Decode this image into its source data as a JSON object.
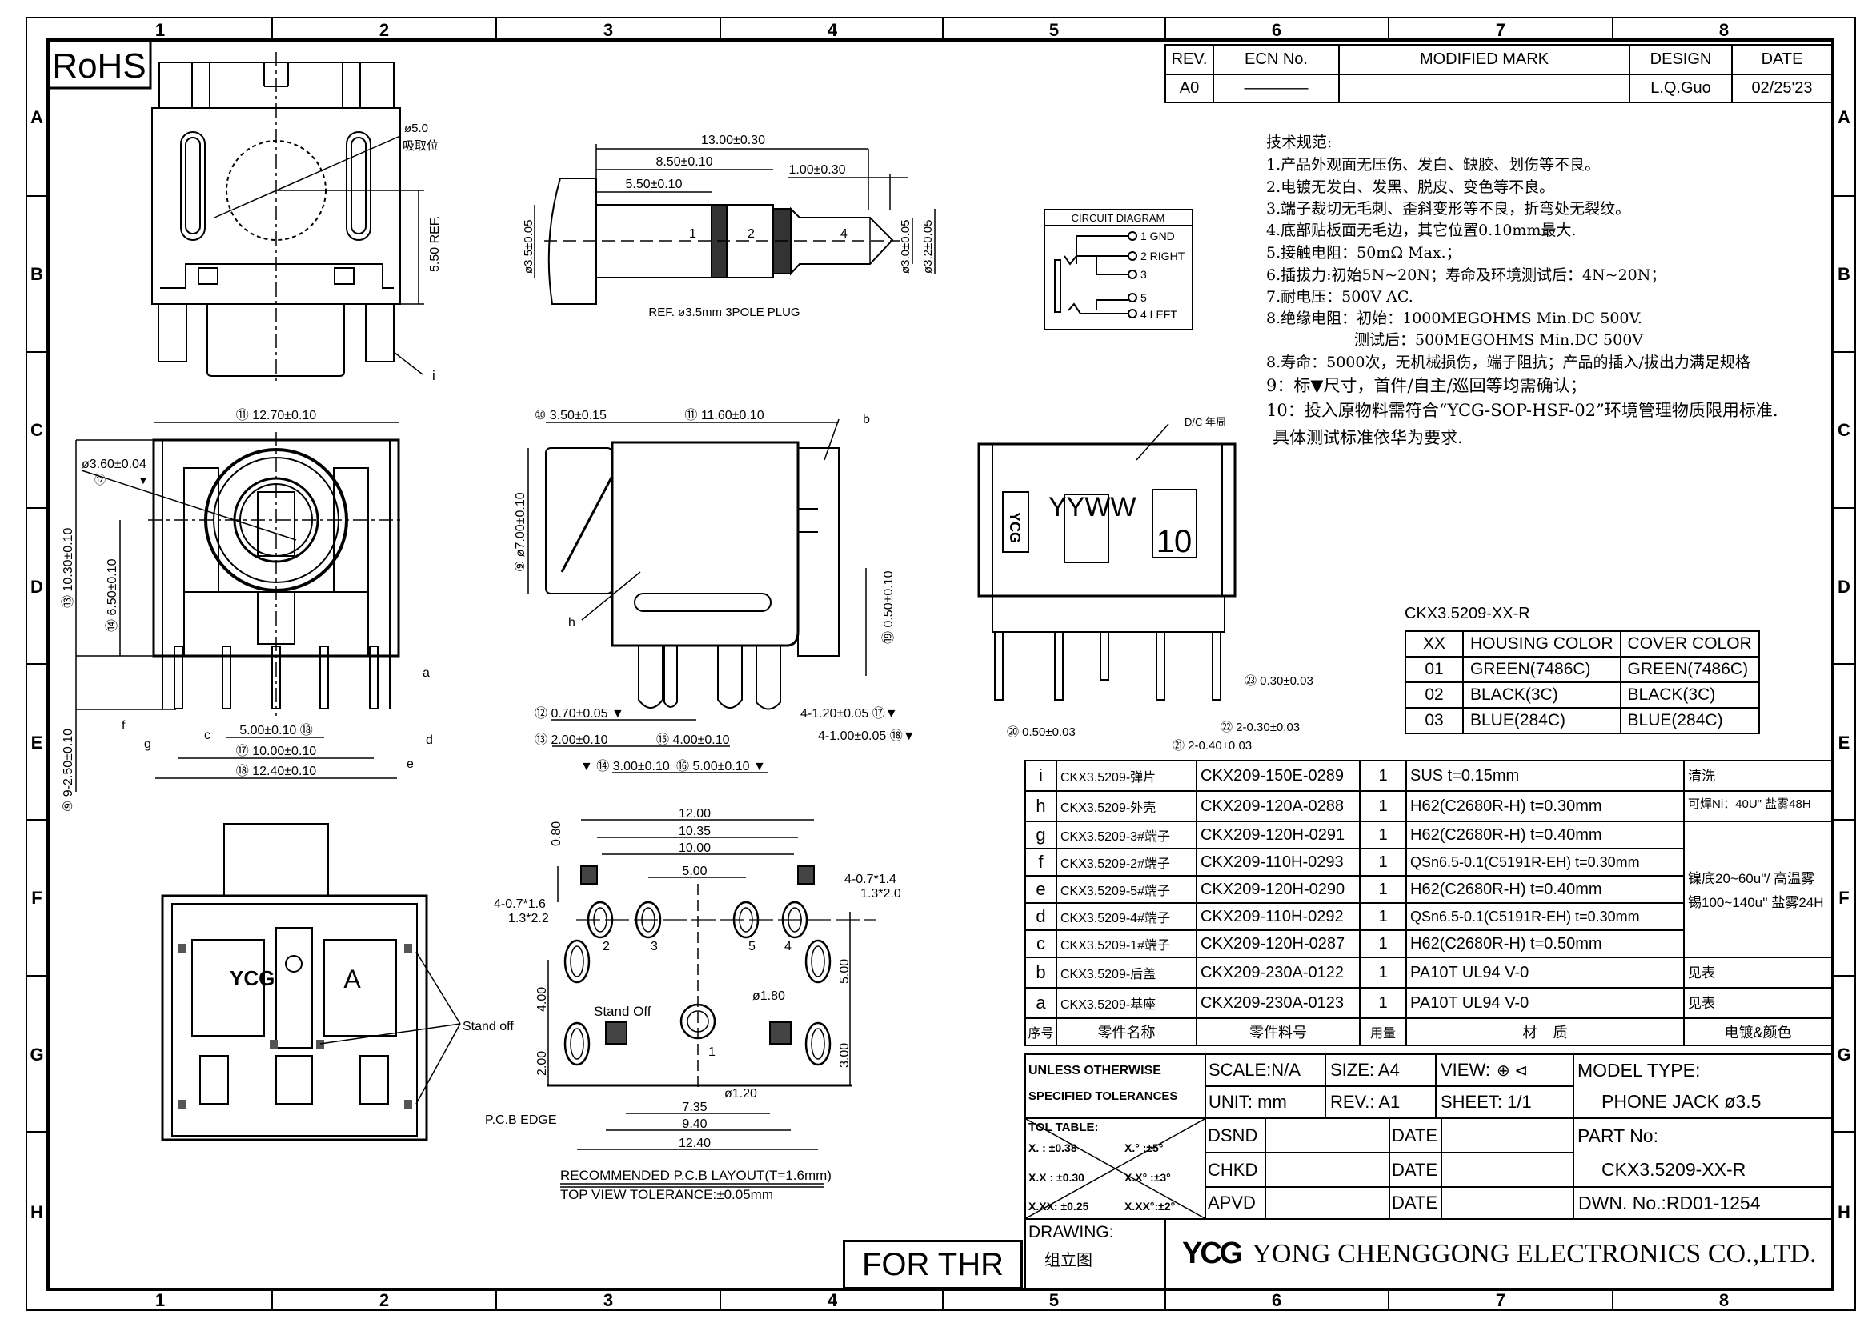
{
  "frame": {
    "columns": [
      "1",
      "2",
      "3",
      "4",
      "5",
      "6",
      "7",
      "8"
    ],
    "rows": [
      "A",
      "B",
      "C",
      "D",
      "E",
      "F",
      "G",
      "H"
    ]
  },
  "rohs": "RoHS",
  "revision": {
    "headers": [
      "REV.",
      "ECN No.",
      "MODIFIED MARK",
      "DESIGN",
      "DATE"
    ],
    "row": {
      "rev": "A0",
      "ecn": "————",
      "mark": "",
      "design": "L.Q.Guo",
      "date": "02/25'23"
    }
  },
  "specs": {
    "title": "技术规范:",
    "items": [
      "1.产品外观面无压伤、发白、缺胶、划伤等不良。",
      "2.电镀无发白、发黑、脱皮、变色等不良。",
      "3.端子裁切无毛刺、歪斜变形等不良，折弯处无裂纹。",
      "4.底部贴板面无毛边，其它位置0.10mm最大.",
      "5.接触电阻：50mΩ  Max.；",
      "6.插拔力:初始5N~20N；寿命及环境测试后：4N~20N；",
      "7.耐电压：500V AC.",
      "8.绝缘电阻：初始：1000MEGOHMS Min.DC 500V.",
      "测试后：500MEGOHMS Min.DC 500V",
      "8.寿命：5000次，无机械损伤，端子阻抗；产品的插入/拔出力满足规格",
      "9：标▼尺寸，首件/自主/巡回等均需确认；",
      "10：投入原物料需符合“YCG-SOP-HSF-02”环境管理物质限用标准.",
      "具体测试标准依华为要求."
    ]
  },
  "circuit": {
    "title": "CIRCUIT DIAGRAM",
    "pins": [
      "1 GND",
      "2 RIGHT",
      "3",
      "5",
      "4 LEFT"
    ]
  },
  "plug": {
    "dims": {
      "overall": "13.00±0.30",
      "d850": "8.50±0.10",
      "d550": "5.50±0.10",
      "tip": "1.00±0.30",
      "dia35": "ø3.5±0.05",
      "dia30": "ø3.0±0.05",
      "dia32": "ø3.2±0.05"
    },
    "sections": [
      "1",
      "2",
      "4"
    ],
    "caption": "REF. ø3.5mm 3POLE PLUG"
  },
  "top_view": {
    "pickup_dia": "ø5.0",
    "pickup_label": "吸取位",
    "ref_height": "5.50 REF.",
    "callout_i": "i"
  },
  "front_view": {
    "width": "⑪ 12.70±0.10",
    "hole": "ø3.60±0.04",
    "hole_id": "⑫",
    "height": "⑬ 10.30±0.10",
    "center": "⑭ 6.50±0.10",
    "pin_len": "⑨ 9-2.50±0.10",
    "pitch": "5.00±0.10 ⑱",
    "span10": "⑰ 10.00±0.10",
    "span124": "⑱ 12.40±0.10",
    "callouts": [
      "a",
      "c",
      "d",
      "e",
      "f",
      "g"
    ]
  },
  "side_view": {
    "nose": "⑩ 3.50±0.15",
    "length": "⑪ 11.60±0.10",
    "dia": "⑨ ø7.00±0.10",
    "gap": "⑲ 0.50±0.10",
    "d12": "⑫ 0.70±0.05 ▼",
    "d13": "⑬ 2.00±0.10",
    "d15": "⑮ 4.00±0.10",
    "d14": "▼ ⑭ 3.00±0.10",
    "d16": "⑯ 5.00±0.10 ▼",
    "d17": "4-1.20±0.05 ⑰▼",
    "d18": "4-1.00±0.05 ⑱▼",
    "callouts": [
      "b",
      "h"
    ]
  },
  "rear_view": {
    "dc_label": "D/C 年周",
    "date_code": "YYWW",
    "marking": "10",
    "logo": "YCG",
    "d23": "㉓ 0.30±0.03",
    "d20": "⑳ 0.50±0.03",
    "d22": "㉒ 2-0.30±0.03",
    "d21": "㉑ 2-0.40±0.03"
  },
  "bottom_view": {
    "logo": "YCG",
    "marking": "A",
    "stand_off": "Stand off"
  },
  "pcb_layout": {
    "dims_top": [
      "12.00",
      "10.35",
      "10.00",
      "5.00"
    ],
    "dims_bottom": [
      "7.35",
      "9.40",
      "12.40"
    ],
    "dims_vert": {
      "d080": "0.80",
      "d400": "4.00",
      "d200": "2.00",
      "d500": "5.00",
      "d300": "3.00"
    },
    "slot_left": [
      "4-0.7*1.6",
      "1.3*2.2"
    ],
    "slot_right": [
      "4-0.7*1.4",
      "1.3*2.0"
    ],
    "hole_big": "ø1.80",
    "hole_small": "ø1.20",
    "stand_off": "Stand Off",
    "pcb_edge": "P.C.B EDGE",
    "pins": [
      "2",
      "3",
      "5",
      "4",
      "1"
    ],
    "caption": "RECOMMENDED P.C.B LAYOUT(T=1.6mm)",
    "tolerance": "TOP VIEW TOLERANCE:±0.05mm"
  },
  "color_table": {
    "title": "CKX3.5209-XX-R",
    "headers": [
      "XX",
      "HOUSING COLOR",
      "COVER COLOR"
    ],
    "rows": [
      [
        "01",
        "GREEN(7486C)",
        "GREEN(7486C)"
      ],
      [
        "02",
        "BLACK(3C)",
        "BLACK(3C)"
      ],
      [
        "03",
        "BLUE(284C)",
        "BLUE(284C)"
      ]
    ]
  },
  "bom": {
    "rows": [
      {
        "seq": "i",
        "name": "CKX3.5209-弹片",
        "pn": "CKX209-150E-0289",
        "qty": "1",
        "mat": "SUS t=0.15mm",
        "plat": "清洗"
      },
      {
        "seq": "h",
        "name": "CKX3.5209-外壳",
        "pn": "CKX209-120A-0288",
        "qty": "1",
        "mat": "H62(C2680R-H) t=0.30mm",
        "plat": "可焊Ni：40U\" 盐雾48H"
      },
      {
        "seq": "g",
        "name": "CKX3.5209-3#端子",
        "pn": "CKX209-120H-0291",
        "qty": "1",
        "mat": "H62(C2680R-H) t=0.40mm",
        "plat": "镍底20~60u''/ 高温雾锡100~140u'' 盐雾24H"
      },
      {
        "seq": "f",
        "name": "CKX3.5209-2#端子",
        "pn": "CKX209-110H-0293",
        "qty": "1",
        "mat": "QSn6.5-0.1(C5191R-EH) t=0.30mm"
      },
      {
        "seq": "e",
        "name": "CKX3.5209-5#端子",
        "pn": "CKX209-120H-0290",
        "qty": "1",
        "mat": "H62(C2680R-H) t=0.40mm"
      },
      {
        "seq": "d",
        "name": "CKX3.5209-4#端子",
        "pn": "CKX209-110H-0292",
        "qty": "1",
        "mat": "QSn6.5-0.1(C5191R-EH) t=0.30mm"
      },
      {
        "seq": "c",
        "name": "CKX3.5209-1#端子",
        "pn": "CKX209-120H-0287",
        "qty": "1",
        "mat": "H62(C2680R-H) t=0.50mm"
      },
      {
        "seq": "b",
        "name": "CKX3.5209-后盖",
        "pn": "CKX209-230A-0122",
        "qty": "1",
        "mat": "PA10T UL94 V-0",
        "plat": "见表"
      },
      {
        "seq": "a",
        "name": "CKX3.5209-基座",
        "pn": "CKX209-230A-0123",
        "qty": "1",
        "mat": "PA10T UL94 V-0",
        "plat": "见表"
      }
    ],
    "headers": {
      "seq": "序号",
      "name": "零件名称",
      "pn": "零件料号",
      "qty": "用量",
      "mat": "材    质",
      "plat": "电镀&颜色"
    }
  },
  "title_block": {
    "tol_heading": "UNLESS OTHERWISE",
    "tol_heading2": "SPECIFIED TOLERANCES",
    "scale": "SCALE:N/A",
    "size": "SIZE: A4",
    "view": "VIEW:",
    "unit": "UNIT: mm",
    "rev": "REV.: A1",
    "sheet": "SHEET: 1/1",
    "model_type_label": "MODEL TYPE:",
    "model_type": "PHONE JACK ø3.5",
    "tol_table": {
      "title": "TOL TABLE:",
      "rows": [
        [
          "X.  : ±0.38",
          "X.° :±5°"
        ],
        [
          "X.X : ±0.30",
          "X.X° :±3°"
        ],
        [
          "X.XX: ±0.25",
          "X.XX°:±2°"
        ]
      ]
    },
    "dsnd": "DSND",
    "chkd": "CHKD",
    "apvd": "APVD",
    "date": "DATE",
    "part_no_label": "PART No:",
    "part_no": "CKX3.5209-XX-R",
    "dwn_no": "DWN. No.:RD01-1254",
    "drawing_label": "DRAWING:",
    "drawing": "组立图",
    "logo": "YCG",
    "company": "YONG CHENGGONG ELECTRONICS CO.,LTD."
  },
  "for_thr": "FOR THR"
}
